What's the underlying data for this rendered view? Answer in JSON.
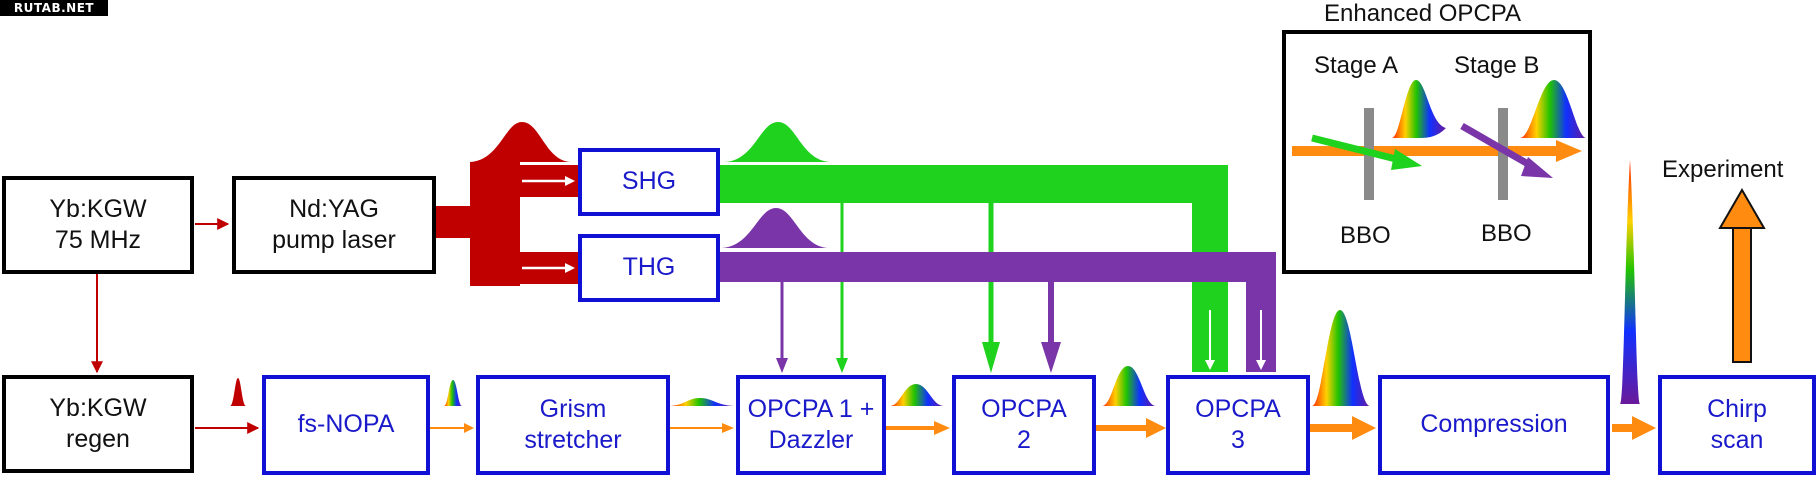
{
  "watermark": "RUTAB.NET",
  "colors": {
    "red": "#c00000",
    "green": "#1ed21e",
    "purple": "#7a35a8",
    "orange": "#ff8c10",
    "blue_box": "#1111d6",
    "black_box": "#000000"
  },
  "sources": {
    "osc": {
      "line1": "Yb:KGW",
      "line2": "75 MHz"
    },
    "pump": {
      "line1": "Nd:YAG",
      "line2": "pump laser"
    },
    "regen": {
      "line1": "Yb:KGW",
      "line2": "regen"
    }
  },
  "harmonics": {
    "shg": "SHG",
    "thg": "THG"
  },
  "chain": [
    {
      "line1": "fs-NOPA",
      "line2": ""
    },
    {
      "line1": "Grism",
      "line2": "stretcher"
    },
    {
      "line1": "OPCPA 1 +",
      "line2": "Dazzler"
    },
    {
      "line1": "OPCPA",
      "line2": "2"
    },
    {
      "line1": "OPCPA",
      "line2": "3"
    },
    {
      "line1": "Compression",
      "line2": ""
    },
    {
      "line1": "Chirp",
      "line2": "scan"
    }
  ],
  "inset": {
    "title": "Enhanced OPCPA",
    "stage_a": "Stage A",
    "stage_b": "Stage B",
    "crystal_a": "BBO",
    "crystal_b": "BBO"
  },
  "output": {
    "label": "Experiment"
  }
}
